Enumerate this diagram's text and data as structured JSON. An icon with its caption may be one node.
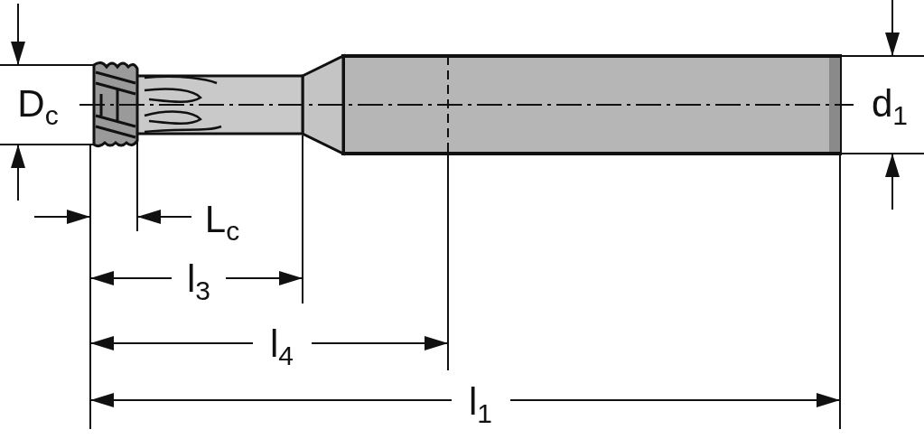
{
  "diagram": {
    "labels": [
      "D$_{c}$",
      "d$_{1}$",
      "L$_{c}$",
      "l$_{3}$",
      "l$_{4}$",
      "l$_{1}$"
    ]
  }
}
